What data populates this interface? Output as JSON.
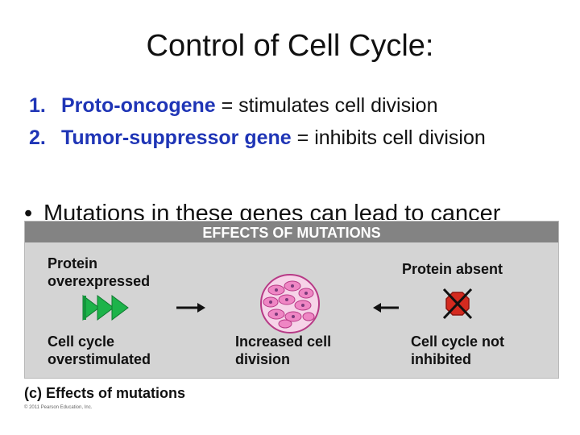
{
  "title": "Control of Cell Cycle:",
  "list": [
    {
      "num": "1.",
      "term": "Proto-oncogene",
      "rest": " = stimulates cell division"
    },
    {
      "num": "2.",
      "term": "Tumor-suppressor gene",
      "rest": " = inhibits cell division"
    }
  ],
  "bullet": {
    "marker": "•",
    "text": "Mutations in these genes can lead to cancer"
  },
  "figure": {
    "header": "EFFECTS OF MUTATIONS",
    "protein_overexpressed": [
      "Protein",
      "overexpressed"
    ],
    "protein_absent": "Protein absent",
    "cell_cycle_overstimulated": [
      "Cell cycle",
      "overstimulated"
    ],
    "increased_division": [
      "Increased cell",
      "division"
    ],
    "cell_cycle_not_inhibited": [
      "Cell cycle not",
      "inhibited"
    ]
  },
  "caption": "(c) Effects of mutations",
  "copyright": "© 2011 Pearson Education, Inc.",
  "colors": {
    "list_blue": "#1f35b6",
    "header_gray": "#838383",
    "panel_gray": "#d4d4d4",
    "arrow_green": "#1db34a",
    "cell_pink": "#ef86c4",
    "stop_red": "#d42a1f"
  }
}
